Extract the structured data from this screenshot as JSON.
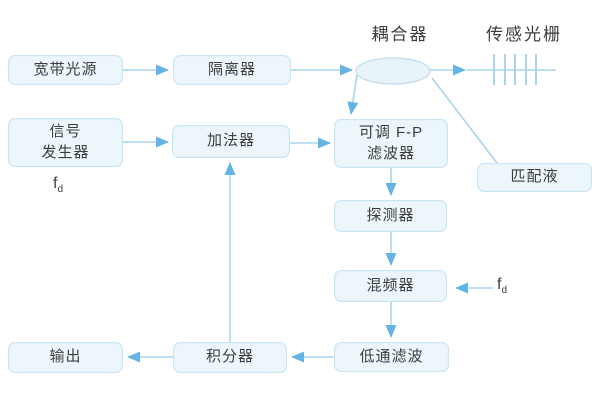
{
  "diagram": {
    "nodes": {
      "source": "宽带光源",
      "isolator": "隔离器",
      "signal_gen": "信号\n发生器",
      "adder": "加法器",
      "fp_filter": "可调 F-P\n滤波器",
      "matching_liquid": "匹配液",
      "detector": "探测器",
      "mixer": "混频器",
      "lowpass": "低通滤波",
      "integrator": "积分器",
      "output": "输出"
    },
    "labels": {
      "coupler": "耦合器",
      "grating": "传感光栅"
    },
    "annotations": {
      "fd_signal": {
        "base": "f",
        "sub": "d"
      },
      "fd_mixer": {
        "base": "f",
        "sub": "d"
      }
    },
    "colors": {
      "background": "#ffffff",
      "node_fill": "#ecf6fb",
      "node_border": "#c9e5f4",
      "wire": "#a8d5ee",
      "arrowhead": "#64b3e4",
      "text": "#3d3d3d"
    }
  }
}
